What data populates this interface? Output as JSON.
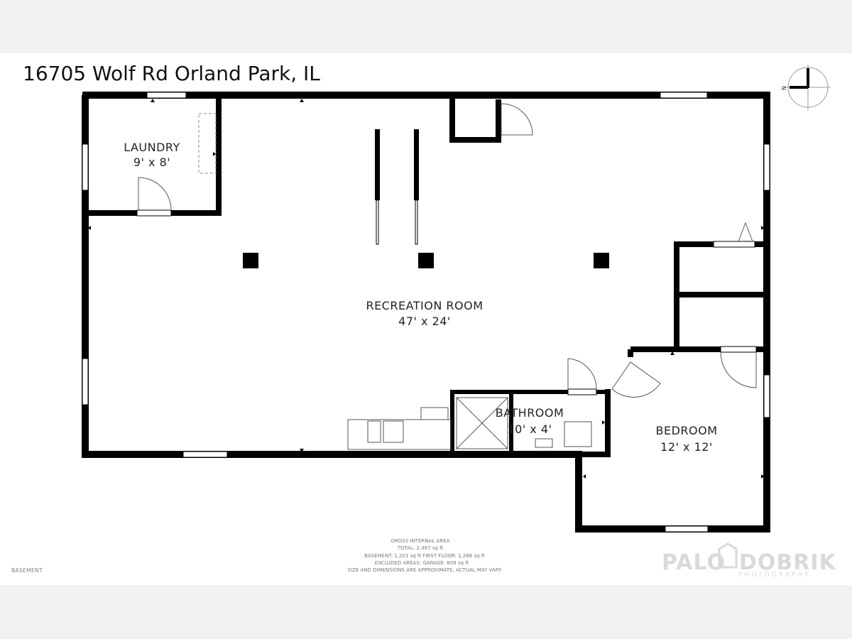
{
  "title": "16705 Wolf Rd Orland Park, IL",
  "compass": {
    "letter": "N"
  },
  "rooms": [
    {
      "name": "LAUNDRY",
      "size": "9' x 8'"
    },
    {
      "name": "RECREATION ROOM",
      "size": "47' x 24'"
    },
    {
      "name": "BATHROOM",
      "size": "10' x 4'"
    },
    {
      "name": "BEDROOM",
      "size": "12' x 12'"
    }
  ],
  "footer": {
    "line1": "GROSS INTERNAL AREA",
    "line2": "TOTAL: 2,487 sq ft",
    "line3": "BASEMENT: 1,201 sq ft  FIRST FLOOR: 1,286 sq ft",
    "line4": "EXCLUDED AREAS: GARAGE: 609 sq ft",
    "line5": "SIZE AND DIMENSIONS ARE APPROXIMATE, ACTUAL MAY VARY"
  },
  "floor_label": "BASEMENT",
  "logo": {
    "left": "PALO",
    "right": "DOBRIK",
    "sub": "PHOTOGRAPHY"
  },
  "colors": {
    "wall": "#000000",
    "background": "#ffffff",
    "margin": "#f1f1f3",
    "logo": "#d9d9dc"
  }
}
